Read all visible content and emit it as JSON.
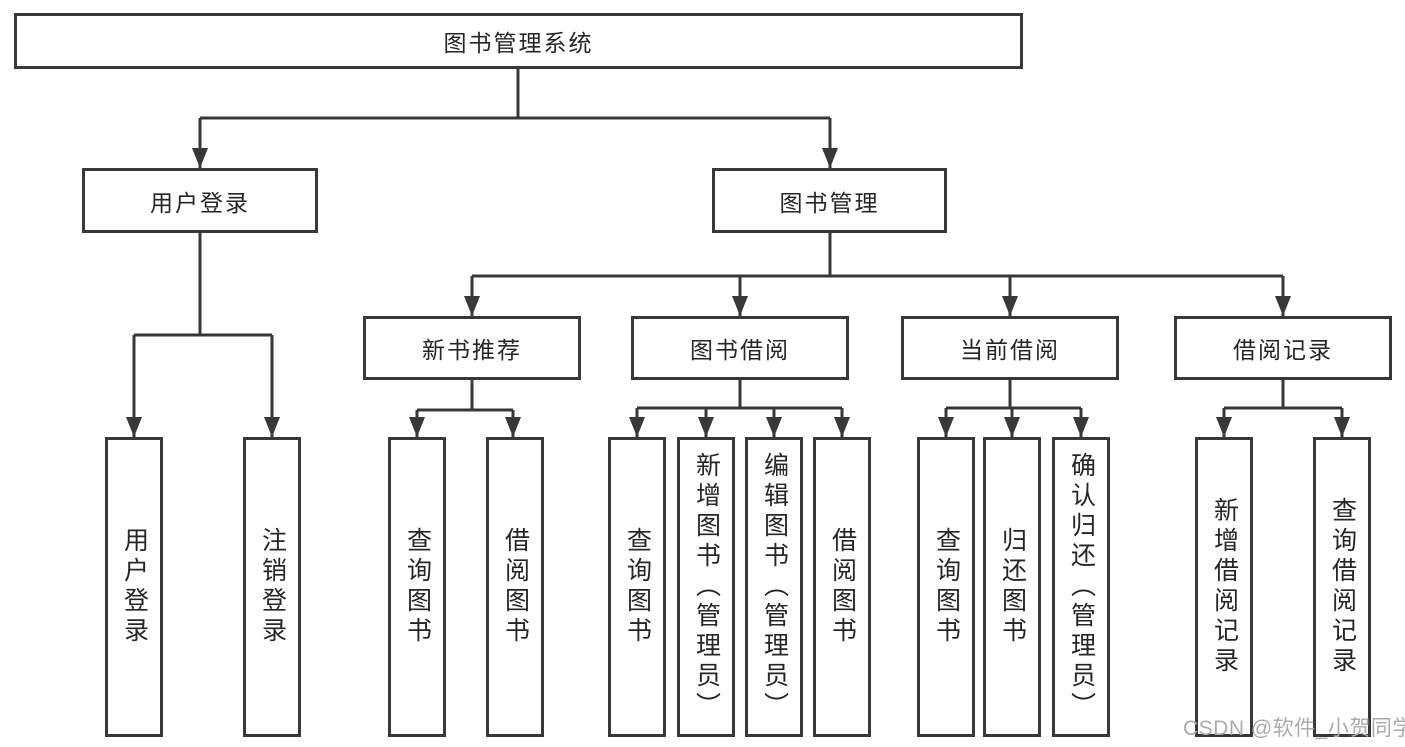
{
  "root": {
    "label": "图书管理系统"
  },
  "level2": {
    "user_login": {
      "label": "用户登录"
    },
    "book_management": {
      "label": "图书管理"
    }
  },
  "level3": {
    "new_book_recommend": {
      "label": "新书推荐"
    },
    "book_borrowing": {
      "label": "图书借阅"
    },
    "current_borrowing": {
      "label": "当前借阅"
    },
    "borrowing_records": {
      "label": "借阅记录"
    }
  },
  "level4": {
    "user_login": {
      "label": "用户登录"
    },
    "logout": {
      "label": "注销登录"
    },
    "query_books_1": {
      "label": "查询图书"
    },
    "borrow_books_1": {
      "label": "借阅图书"
    },
    "query_books_2": {
      "label": "查询图书"
    },
    "add_books_admin": {
      "label": "新增图书（管理员）"
    },
    "edit_books_admin": {
      "label": "编辑图书（管理员）"
    },
    "borrow_books_2": {
      "label": "借阅图书"
    },
    "query_books_3": {
      "label": "查询图书"
    },
    "return_books": {
      "label": "归还图书"
    },
    "confirm_return_admin": {
      "label": "确认归还（管理员）"
    },
    "add_borrowing_record": {
      "label": "新增借阅记录"
    },
    "query_borrowing_record": {
      "label": "查询借阅记录"
    }
  },
  "watermark": {
    "text": "CSDN @软件_小贺同学"
  },
  "colors": {
    "line": "#383838",
    "text": "#262626",
    "watermark": "#ababab",
    "background": "#ffffff"
  }
}
